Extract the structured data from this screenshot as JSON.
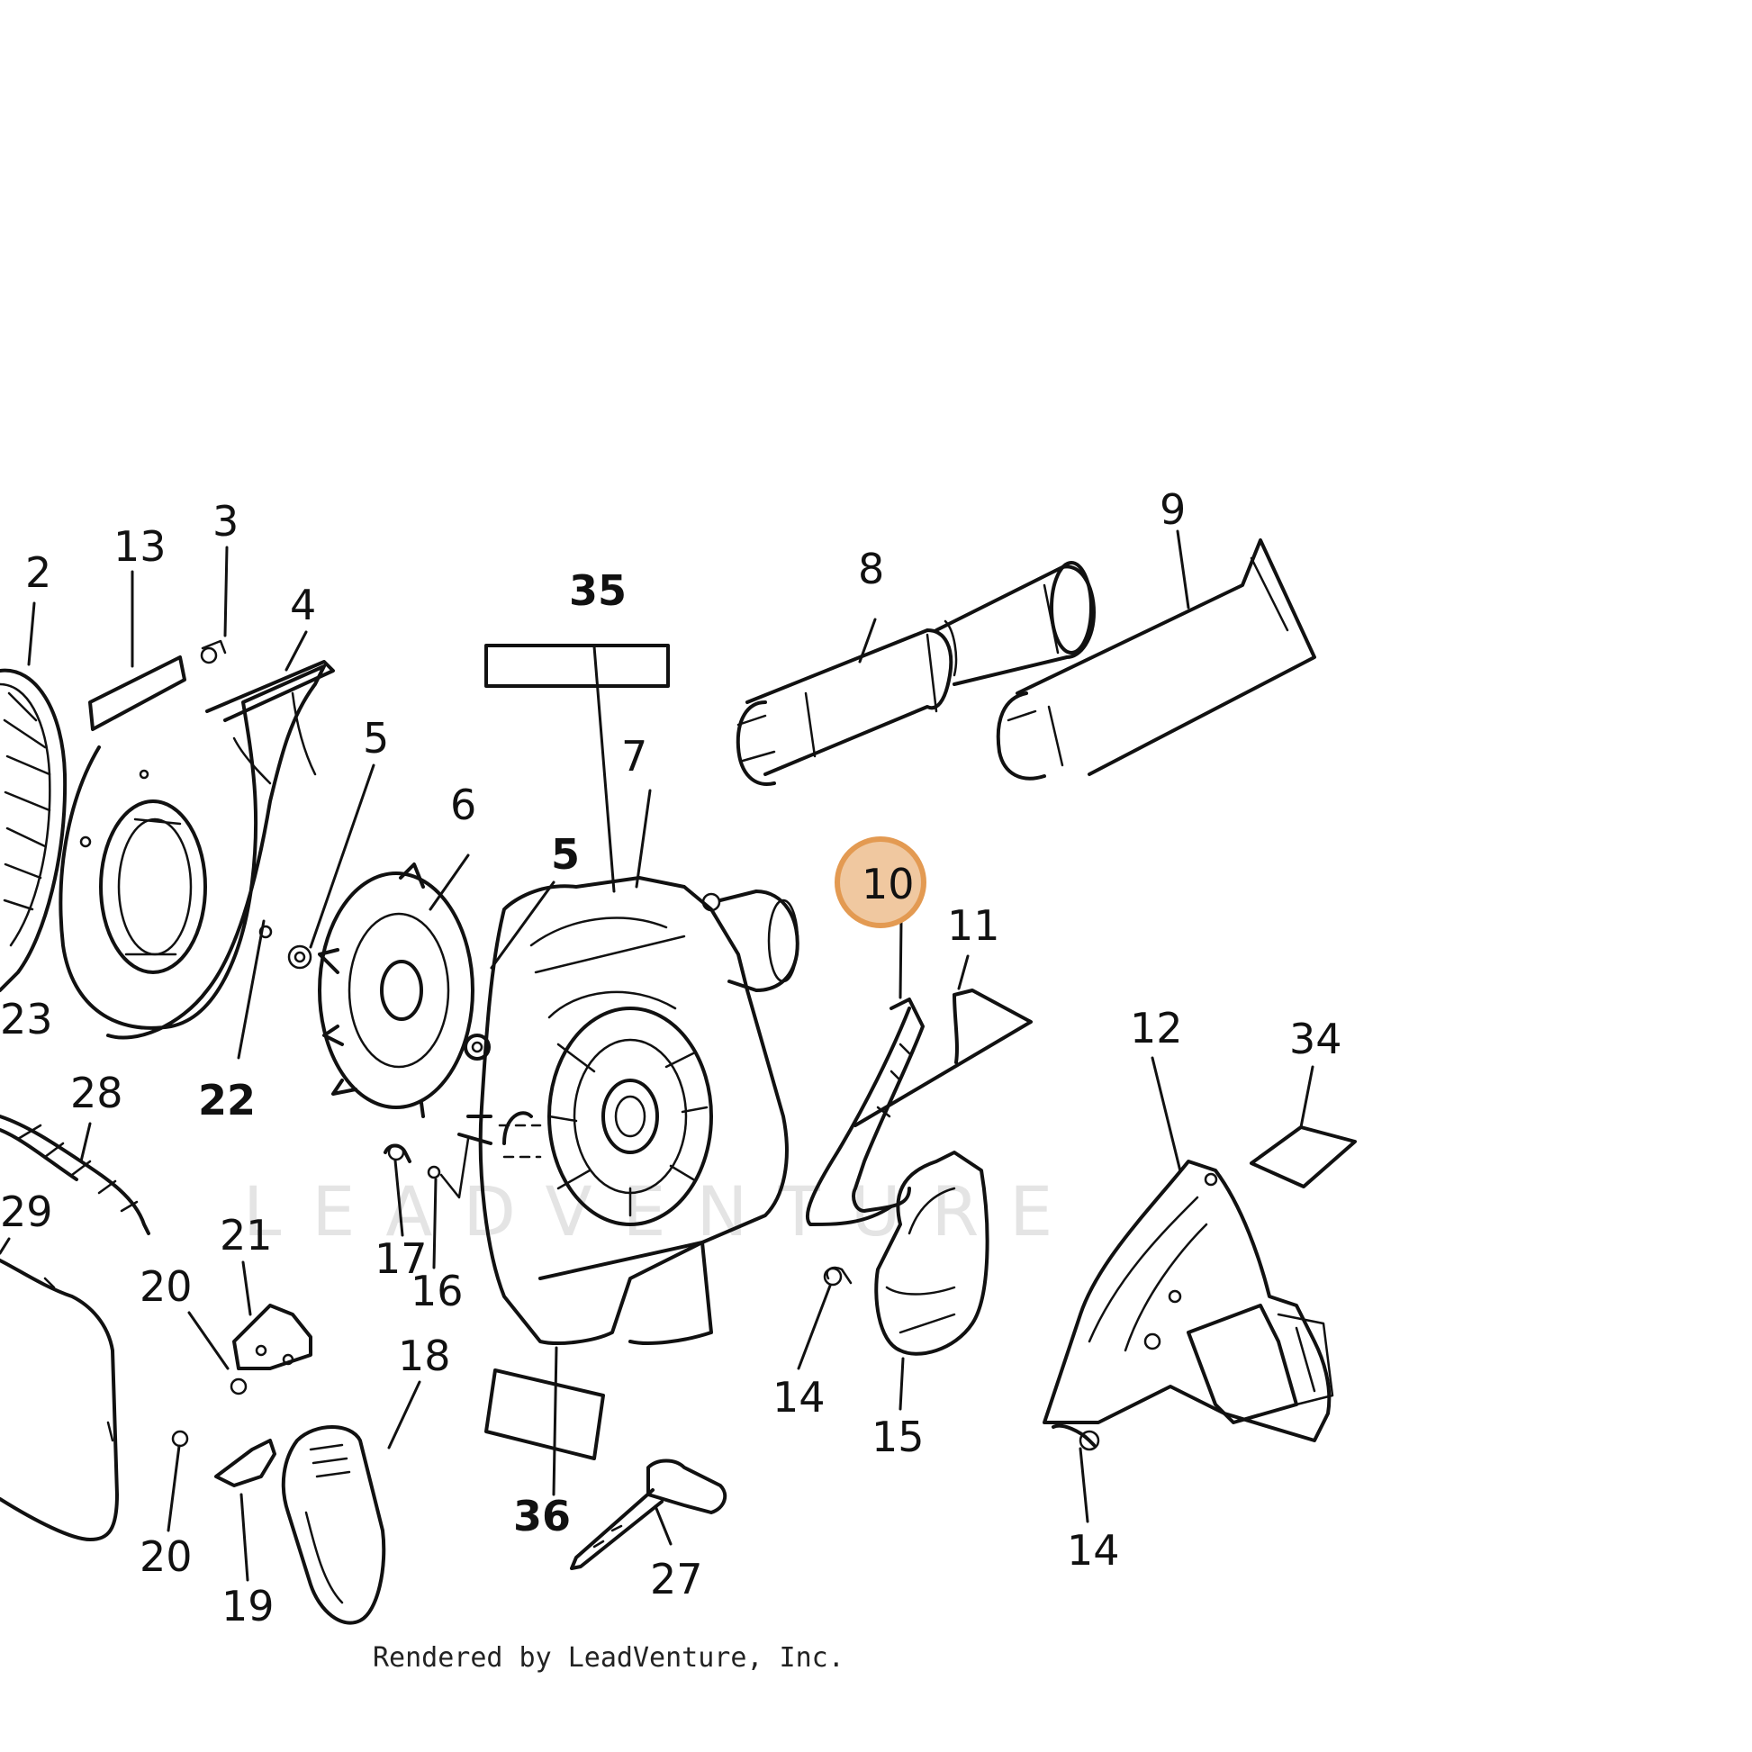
{
  "diagram": {
    "watermark": "LEADVENTURE",
    "credit": "Rendered by LeadVenture, Inc.",
    "highlight_color": "#e39a52",
    "selected_callout": "10",
    "callouts": [
      {
        "id": "c2",
        "label": "2"
      },
      {
        "id": "c13",
        "label": "13"
      },
      {
        "id": "c3",
        "label": "3"
      },
      {
        "id": "c4",
        "label": "4"
      },
      {
        "id": "c35",
        "label": "35"
      },
      {
        "id": "c8",
        "label": "8"
      },
      {
        "id": "c9",
        "label": "9"
      },
      {
        "id": "c5a",
        "label": "5"
      },
      {
        "id": "c6",
        "label": "6"
      },
      {
        "id": "c7",
        "label": "7"
      },
      {
        "id": "c5b",
        "label": "5"
      },
      {
        "id": "c10",
        "label": "10"
      },
      {
        "id": "c11",
        "label": "11"
      },
      {
        "id": "c23",
        "label": "23"
      },
      {
        "id": "c22",
        "label": "22"
      },
      {
        "id": "c12",
        "label": "12"
      },
      {
        "id": "c34",
        "label": "34"
      },
      {
        "id": "c28",
        "label": "28"
      },
      {
        "id": "c29",
        "label": "29"
      },
      {
        "id": "c21",
        "label": "21"
      },
      {
        "id": "c17",
        "label": "17"
      },
      {
        "id": "c16",
        "label": "16"
      },
      {
        "id": "c20a",
        "label": "20"
      },
      {
        "id": "c14a",
        "label": "14"
      },
      {
        "id": "c18",
        "label": "18"
      },
      {
        "id": "c15",
        "label": "15"
      },
      {
        "id": "c36",
        "label": "36"
      },
      {
        "id": "c20b",
        "label": "20"
      },
      {
        "id": "c19",
        "label": "19"
      },
      {
        "id": "c27",
        "label": "27"
      },
      {
        "id": "c14b",
        "label": "14"
      }
    ]
  }
}
